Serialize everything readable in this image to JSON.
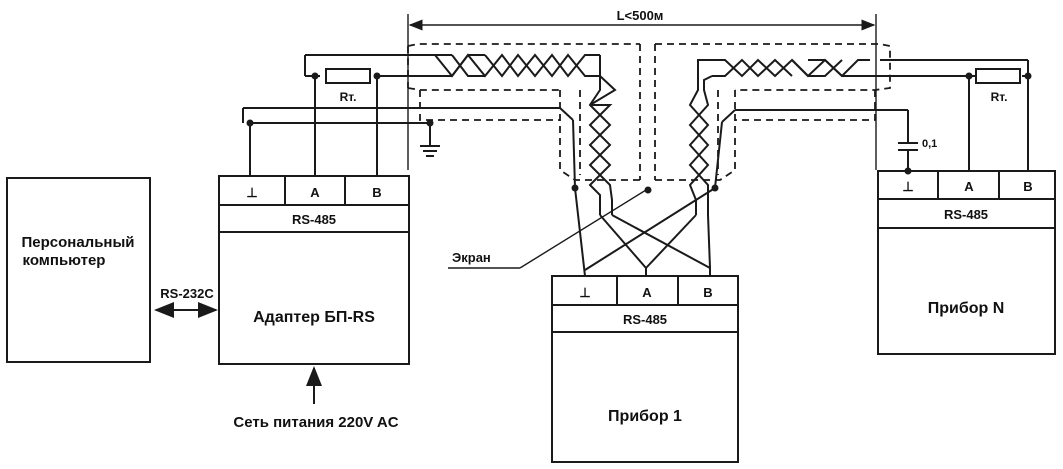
{
  "diagram": {
    "pc_line1": "Персональный",
    "pc_line2": "компьютер",
    "rs232_label": "RS-232C",
    "adapter_title": "Адаптер БП-RS",
    "adapter_interface": "RS-485",
    "terminal_ground": "⊥",
    "terminal_a": "A",
    "terminal_b": "B",
    "power_label": "Сеть питания 220V AC",
    "device1_title": "Прибор 1",
    "device1_interface": "RS-485",
    "deviceN_title": "Прибор N",
    "deviceN_interface": "RS-485",
    "resistor_label": "Rт.",
    "capacitor_label": "0,1",
    "length_label": "L<500м",
    "screen_label": "Экран"
  }
}
